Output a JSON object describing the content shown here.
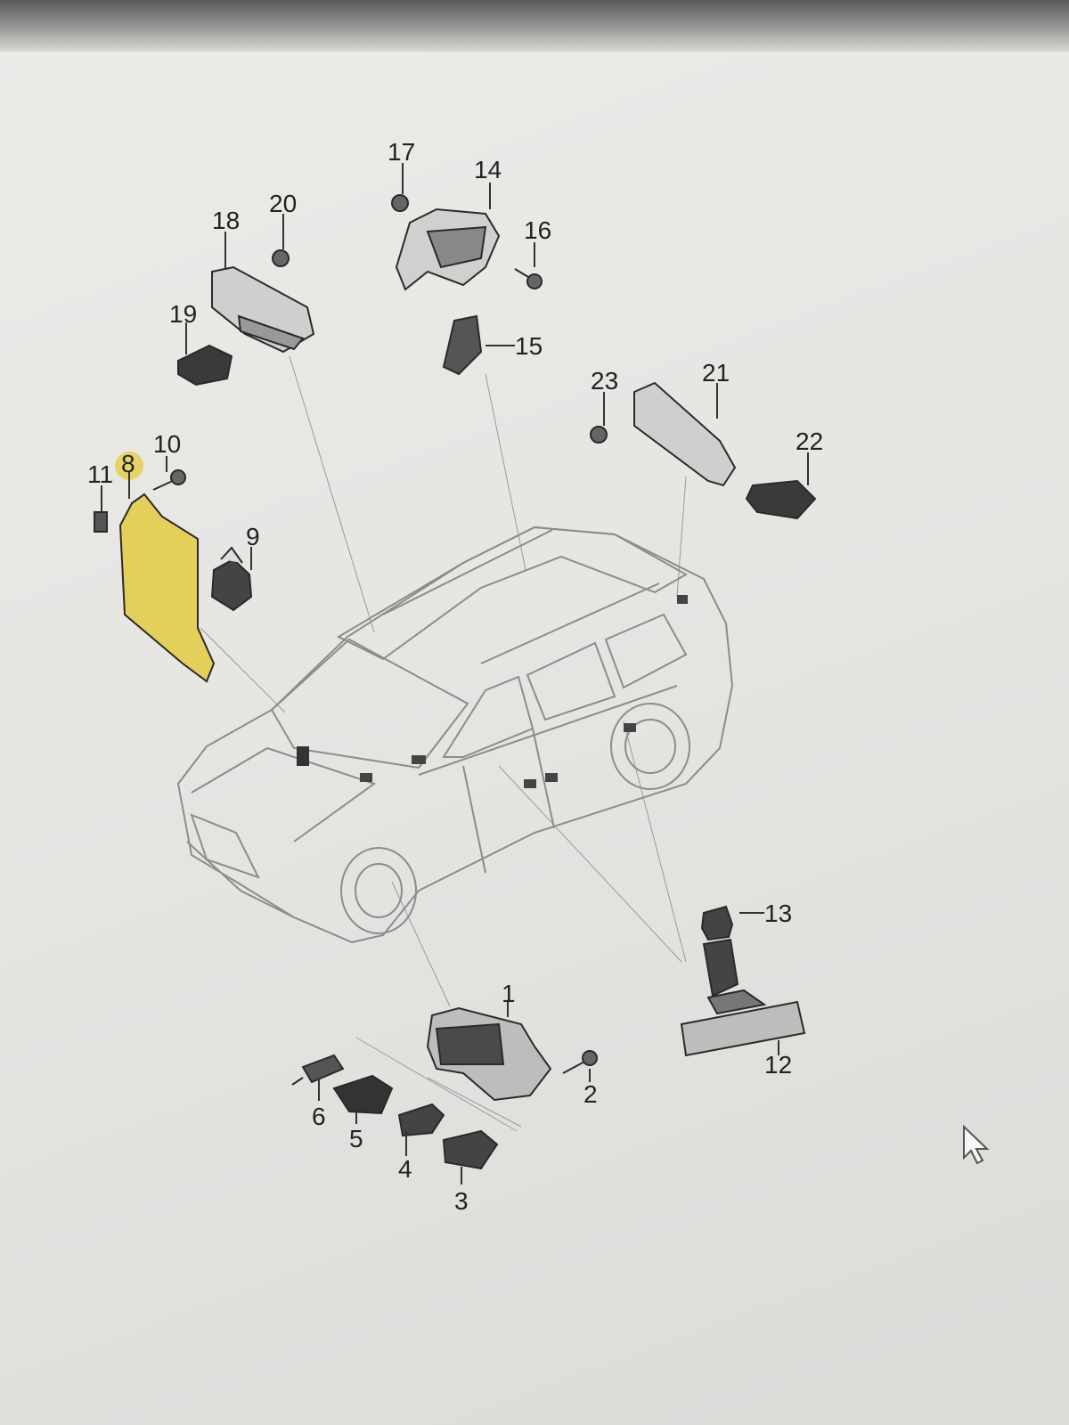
{
  "highlight_color": "#e4cf5a",
  "callouts": {
    "c1": "1",
    "c2": "2",
    "c3": "3",
    "c4": "4",
    "c5": "5",
    "c6": "6",
    "c8": "8",
    "c9": "9",
    "c10": "10",
    "c11": "11",
    "c12": "12",
    "c13": "13",
    "c14": "14",
    "c15": "15",
    "c16": "16",
    "c17": "17",
    "c18": "18",
    "c19": "19",
    "c20": "20",
    "c21": "21",
    "c22": "22",
    "c23": "23"
  },
  "icons": {
    "cursor": "mouse-pointer-icon",
    "vehicle": "suv-outline-icon"
  }
}
